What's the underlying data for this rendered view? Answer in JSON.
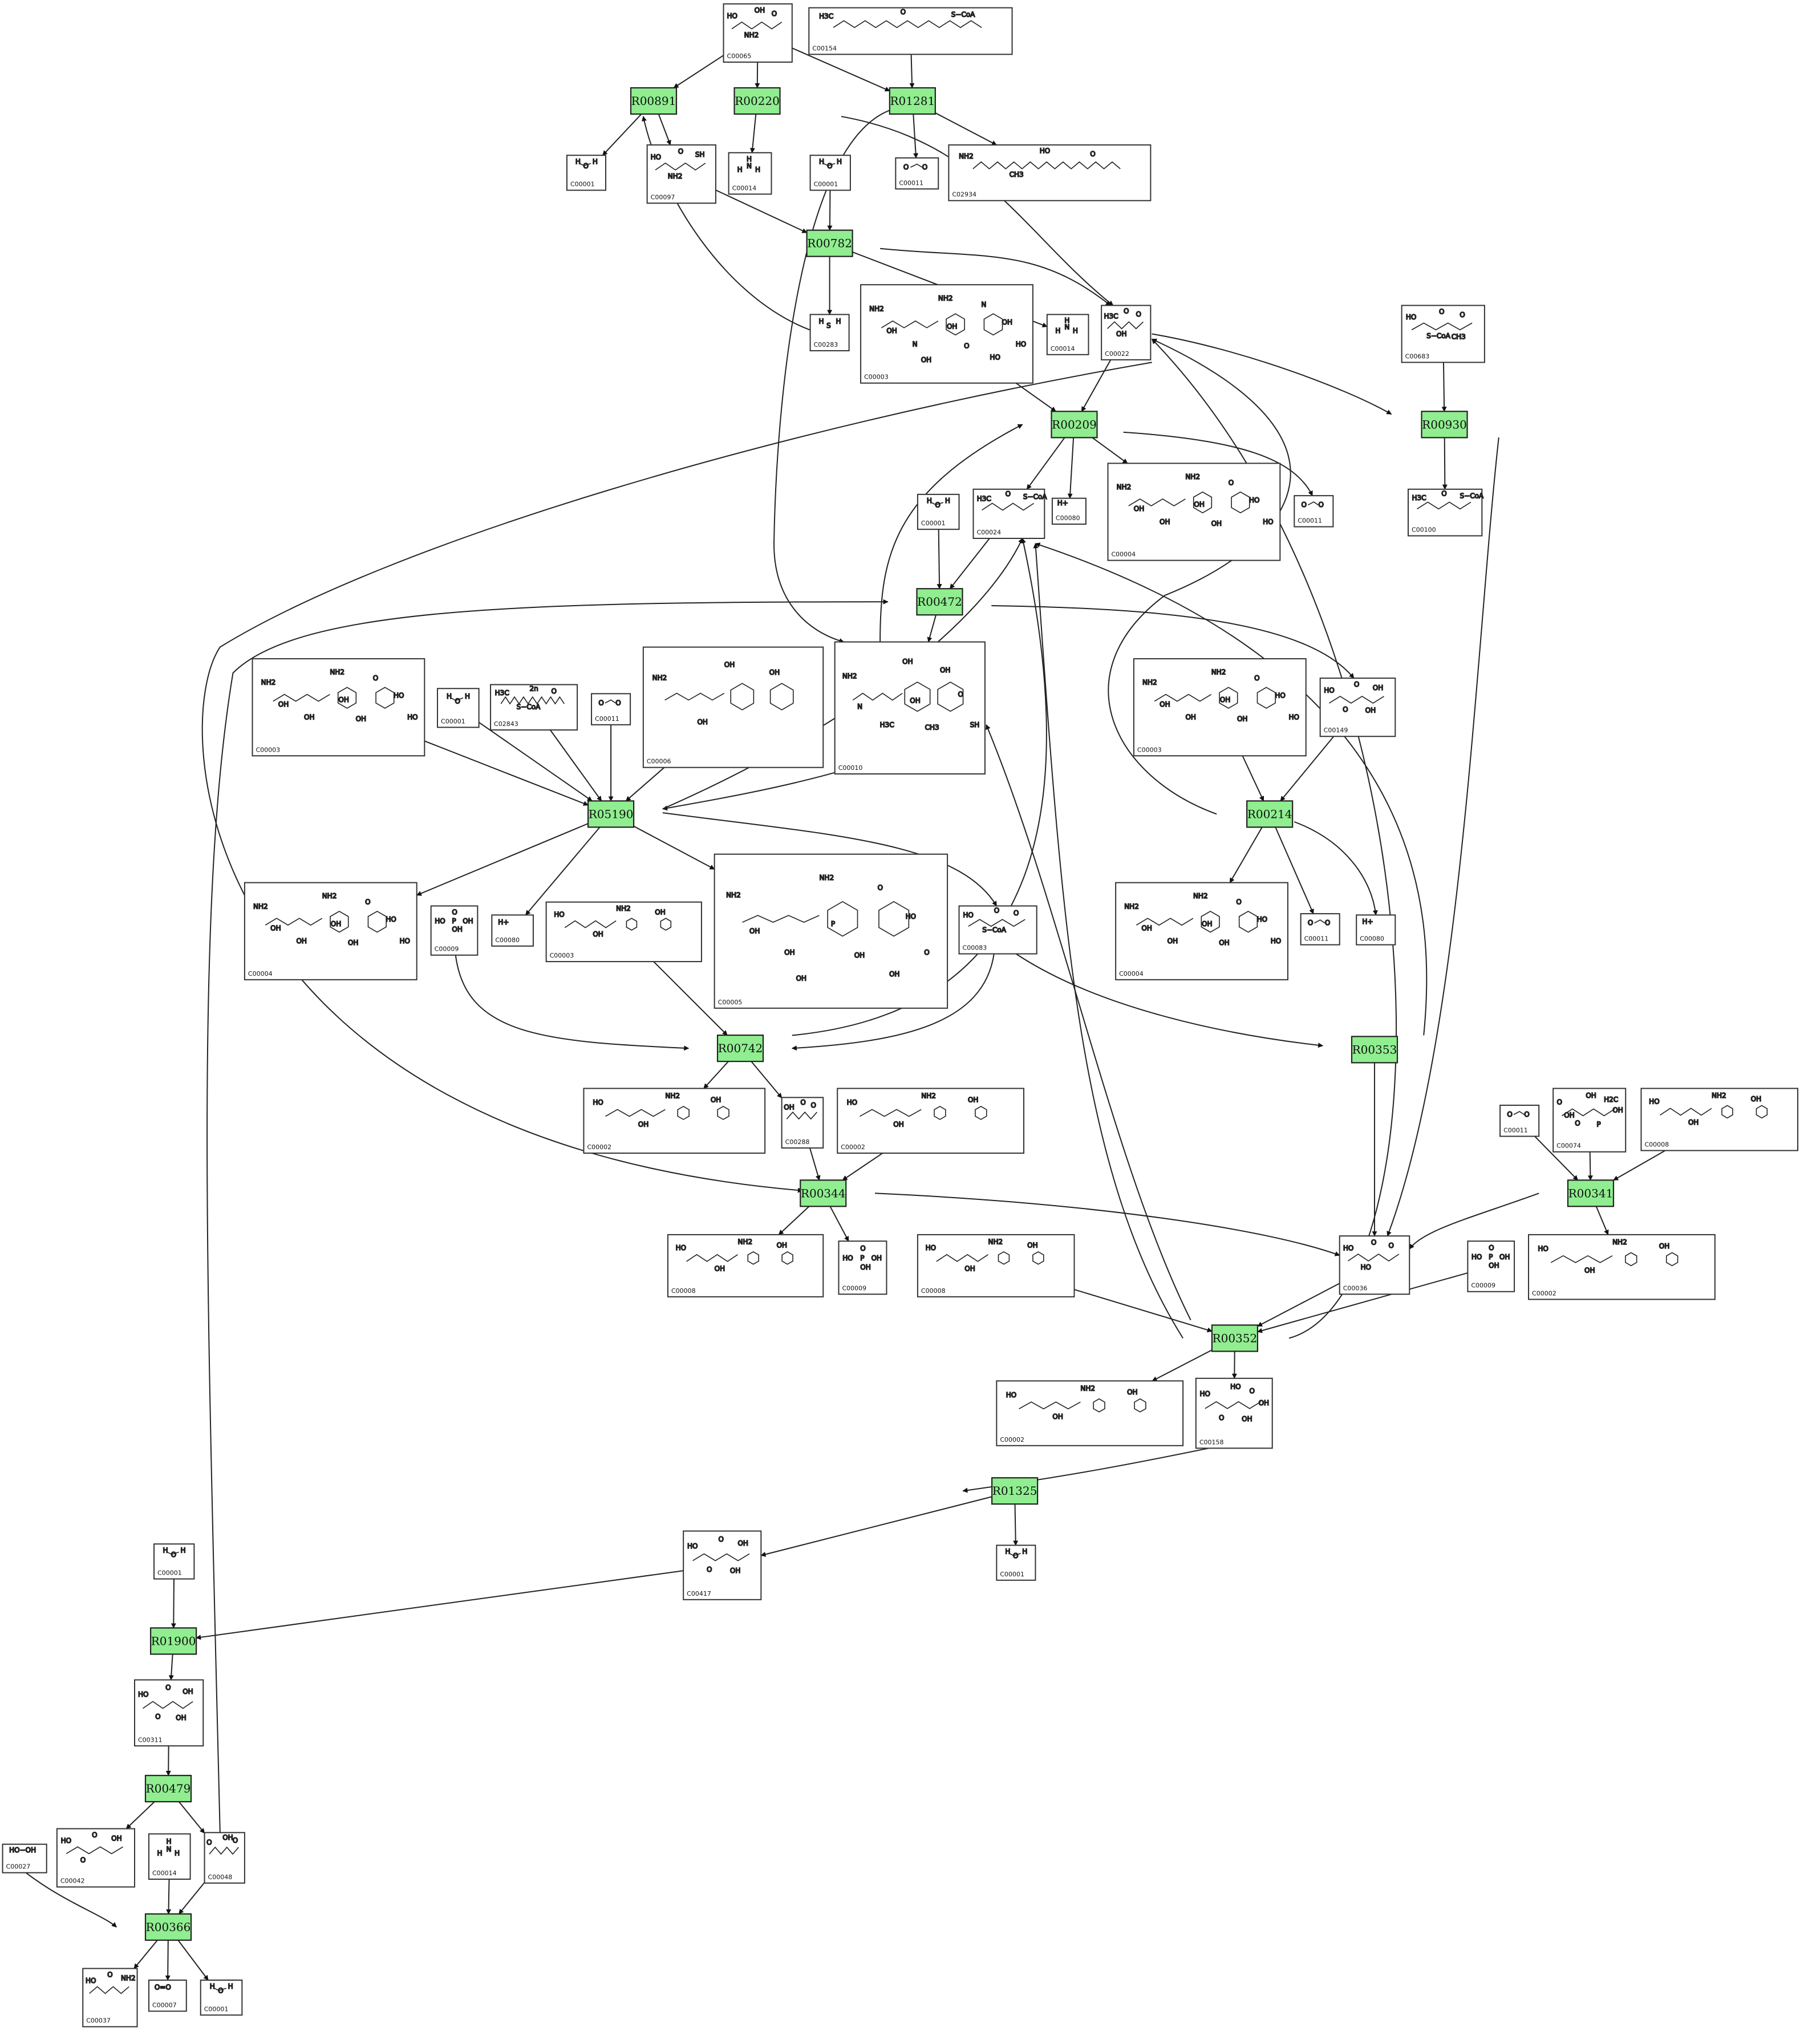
{
  "reactions": [
    {
      "id": "R00891"
    },
    {
      "id": "R00220"
    },
    {
      "id": "R01281"
    },
    {
      "id": "R00782"
    },
    {
      "id": "R00209"
    },
    {
      "id": "R00930"
    },
    {
      "id": "R00472"
    },
    {
      "id": "R05190"
    },
    {
      "id": "R00214"
    },
    {
      "id": "R00742"
    },
    {
      "id": "R00353"
    },
    {
      "id": "R00344"
    },
    {
      "id": "R00341"
    },
    {
      "id": "R00352"
    },
    {
      "id": "R01325"
    },
    {
      "id": "R01900"
    },
    {
      "id": "R00479"
    },
    {
      "id": "R00366"
    }
  ],
  "compounds": [
    {
      "key": "c65",
      "id": "C00065",
      "atoms": [
        "HO",
        "OH",
        "O",
        "NH2"
      ]
    },
    {
      "key": "c154",
      "id": "C00154",
      "atoms": [
        "H3C",
        "O",
        "S−CoA"
      ]
    },
    {
      "key": "c1a",
      "id": "C00001",
      "atoms": [
        "H",
        "O",
        "H"
      ]
    },
    {
      "key": "c97",
      "id": "C00097",
      "atoms": [
        "HO",
        "O",
        "SH",
        "NH2"
      ]
    },
    {
      "key": "c14a",
      "id": "C00014",
      "atoms": [
        "H",
        "N",
        "H",
        "H"
      ]
    },
    {
      "key": "c1b",
      "id": "C00001",
      "atoms": [
        "H",
        "O",
        "H"
      ]
    },
    {
      "key": "c11a",
      "id": "C00011",
      "atoms": [
        "O",
        "C",
        "O"
      ]
    },
    {
      "key": "c2934",
      "id": "C02934",
      "atoms": [
        "NH2",
        "HO",
        "O",
        "CH3"
      ]
    },
    {
      "key": "c283",
      "id": "C00283",
      "atoms": [
        "H",
        "S",
        "H"
      ]
    },
    {
      "key": "c3a",
      "id": "C00003",
      "atoms": [
        "NH2",
        "NH2",
        "N",
        "N",
        "O",
        "OH",
        "OH",
        "HO",
        "OH",
        "HO",
        "OH"
      ]
    },
    {
      "key": "c14b",
      "id": "C00014",
      "atoms": [
        "H",
        "N",
        "H",
        "H"
      ]
    },
    {
      "key": "c22",
      "id": "C00022",
      "atoms": [
        "H3C",
        "O",
        "O",
        "OH"
      ]
    },
    {
      "key": "c683",
      "id": "C00683",
      "atoms": [
        "HO",
        "O",
        "O",
        "S−CoA",
        "CH3"
      ]
    },
    {
      "key": "c24",
      "id": "C00024",
      "atoms": [
        "H3C",
        "O",
        "S−CoA"
      ]
    },
    {
      "key": "c80a",
      "id": "C00080",
      "atoms": [
        "H+"
      ]
    },
    {
      "key": "c4a",
      "id": "C00004",
      "atoms": [
        "NH2",
        "NH2",
        "O",
        "OH",
        "OH",
        "HO",
        "OH",
        "HO",
        "OH"
      ]
    },
    {
      "key": "c11b",
      "id": "C00011",
      "atoms": [
        "O",
        "C",
        "O"
      ]
    },
    {
      "key": "c100",
      "id": "C00100",
      "atoms": [
        "H3C",
        "O",
        "S−CoA"
      ]
    },
    {
      "key": "c1c",
      "id": "C00001",
      "atoms": [
        "H",
        "O",
        "H"
      ]
    },
    {
      "key": "c3b",
      "id": "C00003",
      "atoms": [
        "NH2",
        "NH2",
        "O",
        "OH",
        "OH",
        "HO",
        "OH",
        "HO",
        "OH"
      ]
    },
    {
      "key": "c1d",
      "id": "C00001",
      "atoms": [
        "H",
        "O",
        "H"
      ]
    },
    {
      "key": "c2843",
      "id": "C02843",
      "atoms": [
        "H3C",
        "2n",
        "O",
        "S−CoA"
      ]
    },
    {
      "key": "c11c",
      "id": "C00011",
      "atoms": [
        "O",
        "C",
        "O"
      ]
    },
    {
      "key": "c6",
      "id": "C00006",
      "atoms": [
        "NH2",
        "OH",
        "OH",
        "OH"
      ]
    },
    {
      "key": "c10",
      "id": "C00010",
      "atoms": [
        "NH2",
        "OH",
        "OH",
        "H3C",
        "CH3",
        "O",
        "N",
        "SH",
        "OH"
      ]
    },
    {
      "key": "c3c",
      "id": "C00003",
      "atoms": [
        "NH2",
        "NH2",
        "O",
        "OH",
        "OH",
        "HO",
        "OH",
        "HO",
        "OH"
      ]
    },
    {
      "key": "c149",
      "id": "C00149",
      "atoms": [
        "HO",
        "O",
        "OH",
        "O",
        "OH"
      ]
    },
    {
      "key": "c4b",
      "id": "C00004",
      "atoms": [
        "NH2",
        "NH2",
        "O",
        "OH",
        "OH",
        "HO",
        "OH",
        "HO",
        "OH"
      ]
    },
    {
      "key": "c9a",
      "id": "C00009",
      "atoms": [
        "HO",
        "P",
        "OH",
        "OH"
      ]
    },
    {
      "key": "c80b",
      "id": "C00080",
      "atoms": [
        "H+"
      ]
    },
    {
      "key": "c3d",
      "id": "C00003",
      "atoms": [
        "HO",
        "NH2",
        "OH",
        "OH"
      ]
    },
    {
      "key": "c5",
      "id": "C00005",
      "atoms": [
        "NH2",
        "NH2",
        "O",
        "OH",
        "OH",
        "HO",
        "OH",
        "O",
        "P",
        "OH",
        "OH"
      ]
    },
    {
      "key": "c83",
      "id": "C00083",
      "atoms": [
        "HO",
        "O",
        "O",
        "S−CoA"
      ]
    },
    {
      "key": "c4c",
      "id": "C00004",
      "atoms": [
        "NH2",
        "NH2",
        "O",
        "OH",
        "OH",
        "HO",
        "OH",
        "HO",
        "OH"
      ]
    },
    {
      "key": "c11d",
      "id": "C00011",
      "atoms": [
        "O",
        "C",
        "O"
      ]
    },
    {
      "key": "c80c",
      "id": "C00080",
      "atoms": [
        "H+"
      ]
    },
    {
      "key": "c2a",
      "id": "C00002",
      "atoms": [
        "HO",
        "NH2",
        "OH",
        "OH"
      ]
    },
    {
      "key": "c288",
      "id": "C00288",
      "atoms": [
        "OH",
        "O",
        "O"
      ]
    },
    {
      "key": "c2b",
      "id": "C00002",
      "atoms": [
        "HO",
        "NH2",
        "OH",
        "OH"
      ]
    },
    {
      "key": "c11e",
      "id": "C00011",
      "atoms": [
        "O",
        "C",
        "O"
      ]
    },
    {
      "key": "c74",
      "id": "C00074",
      "atoms": [
        "O",
        "OH",
        "H2C",
        "O",
        "P",
        "OH",
        "OH"
      ]
    },
    {
      "key": "c8a",
      "id": "C00008",
      "atoms": [
        "HO",
        "NH2",
        "OH",
        "OH"
      ]
    },
    {
      "key": "c8b",
      "id": "C00008",
      "atoms": [
        "HO",
        "NH2",
        "OH",
        "OH"
      ]
    },
    {
      "key": "c9b",
      "id": "C00009",
      "atoms": [
        "HO",
        "P",
        "OH",
        "OH"
      ]
    },
    {
      "key": "c8c",
      "id": "C00008",
      "atoms": [
        "HO",
        "NH2",
        "OH",
        "OH"
      ]
    },
    {
      "key": "c36",
      "id": "C00036",
      "atoms": [
        "HO",
        "O",
        "O",
        "HO"
      ]
    },
    {
      "key": "c9c",
      "id": "C00009",
      "atoms": [
        "HO",
        "P",
        "OH",
        "OH"
      ]
    },
    {
      "key": "c2c",
      "id": "C00002",
      "atoms": [
        "HO",
        "NH2",
        "OH",
        "OH"
      ]
    },
    {
      "key": "c2d",
      "id": "C00002",
      "atoms": [
        "HO",
        "NH2",
        "OH",
        "OH"
      ]
    },
    {
      "key": "c158",
      "id": "C00158",
      "atoms": [
        "HO",
        "HO",
        "O",
        "O",
        "OH",
        "OH"
      ]
    },
    {
      "key": "c417",
      "id": "C00417",
      "atoms": [
        "HO",
        "O",
        "OH",
        "O",
        "OH"
      ]
    },
    {
      "key": "c1e",
      "id": "C00001",
      "atoms": [
        "H",
        "O",
        "H"
      ]
    },
    {
      "key": "c1f",
      "id": "C00001",
      "atoms": [
        "H",
        "O",
        "H"
      ]
    },
    {
      "key": "c311",
      "id": "C00311",
      "atoms": [
        "HO",
        "O",
        "OH",
        "O",
        "OH"
      ]
    },
    {
      "key": "c27",
      "id": "C00027",
      "atoms": [
        "HO−OH"
      ]
    },
    {
      "key": "c42",
      "id": "C00042",
      "atoms": [
        "HO",
        "O",
        "OH",
        "O"
      ]
    },
    {
      "key": "c14c",
      "id": "C00014",
      "atoms": [
        "H",
        "N",
        "H",
        "H"
      ]
    },
    {
      "key": "c48",
      "id": "C00048",
      "atoms": [
        "O",
        "OH",
        "O"
      ]
    },
    {
      "key": "c37",
      "id": "C00037",
      "atoms": [
        "HO",
        "O",
        "NH2"
      ]
    },
    {
      "key": "c7",
      "id": "C00007",
      "atoms": [
        "O=O"
      ]
    },
    {
      "key": "c1g",
      "id": "C00001",
      "atoms": [
        "H",
        "O",
        "H"
      ]
    }
  ]
}
